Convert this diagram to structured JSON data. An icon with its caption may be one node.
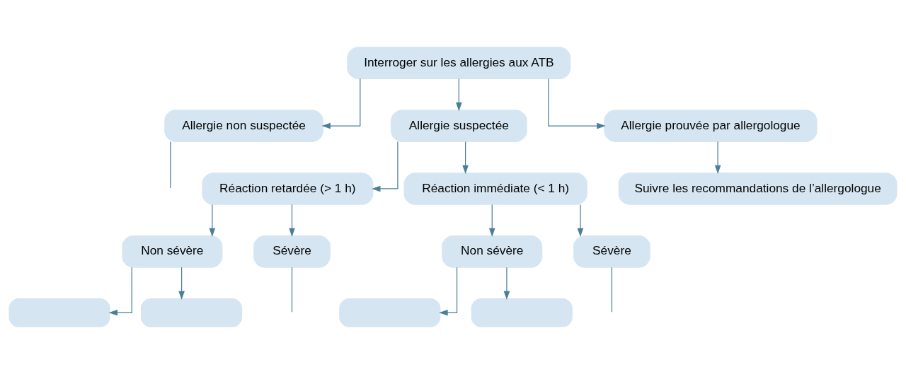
{
  "diagram": {
    "nodes": [
      {
        "text": [
          "Interroger sur les allergies aux ATB"
        ]
      },
      {
        "text": [
          "Allergie non suspectée"
        ]
      },
      {
        "text": [
          "Allergie suspectée"
        ]
      },
      {
        "text": [
          "Allergie prouvée par allergologue"
        ]
      },
      {
        "text": [
          "Suivre les recommandations de l’allergologue"
        ]
      },
      {
        "text": [
          "Réaction retardée (> 1 h)"
        ]
      },
      {
        "text": [
          "Réaction immédiate (< 1 h)"
        ]
      },
      {
        "text": [
          "Non sévère"
        ]
      },
      {
        "text": [
          "Sévère"
        ]
      },
      {
        "text": [
          "Non sévère"
        ]
      },
      {
        "text": [
          "Sévère"
        ]
      },
      {
        "text": [],
        "shape": "box"
      },
      {
        "text": [],
        "shape": "box"
      },
      {
        "text": [],
        "shape": "box"
      },
      {
        "text": [],
        "shape": "box"
      }
    ],
    "edges": [
      {
        "from": 0,
        "to": 1,
        "arrow": "to"
      },
      {
        "from": 0,
        "to": 2,
        "arrow": "to"
      },
      {
        "from": 0,
        "to": 3,
        "arrow": "to"
      },
      {
        "from": 3,
        "to": 4,
        "arrow": "to"
      },
      {
        "from": 2,
        "to": 5,
        "arrow": "to"
      },
      {
        "from": 2,
        "to": 6,
        "arrow": "to"
      },
      {
        "from": 5,
        "to": 7,
        "arrow": "to"
      },
      {
        "from": 5,
        "to": 8,
        "arrow": "to"
      },
      {
        "from": 6,
        "to": 9,
        "arrow": "to"
      },
      {
        "from": 6,
        "to": 10,
        "arrow": "to"
      },
      {
        "from": 7,
        "to": 11,
        "arrow": "to"
      },
      {
        "from": 7,
        "to": 12,
        "arrow": "to"
      },
      {
        "from": 9,
        "to": 13,
        "arrow": "to"
      },
      {
        "from": 9,
        "to": 14,
        "arrow": "to"
      },
      {
        "from": 1,
        "to": null,
        "arrow": "none"
      },
      {
        "from": 8,
        "to": null,
        "arrow": "none"
      },
      {
        "from": 10,
        "to": null,
        "arrow": "none"
      }
    ]
  }
}
